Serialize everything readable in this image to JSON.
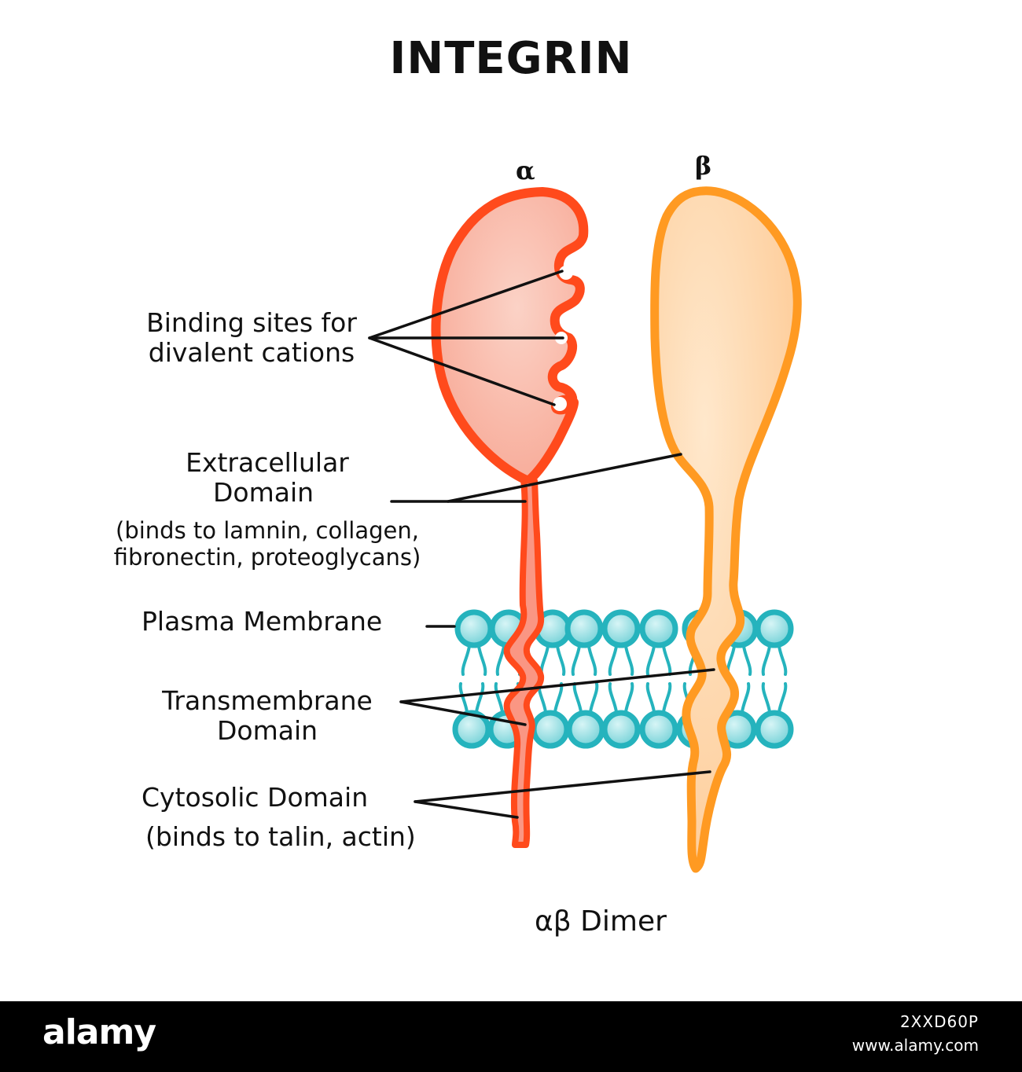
{
  "title": "INTEGRIN",
  "subunits": {
    "alpha": "α",
    "beta": "β"
  },
  "labels": {
    "binding_sites": [
      "Binding sites for",
      "divalent cations"
    ],
    "extracellular": [
      "Extracellular",
      "Domain"
    ],
    "extracellular_note": [
      "(binds to lamnin, collagen,",
      "fibronectin, proteoglycans)"
    ],
    "plasma_membrane": "Plasma Membrane",
    "transmembrane": [
      "Transmembrane",
      "Domain"
    ],
    "cytosolic": "Cytosolic Domain",
    "cytosolic_note": "(binds to talin, actin)",
    "dimer": "αβ Dimer"
  },
  "footer": {
    "brand": "alamy",
    "image_id": "2XXD60P",
    "url": "www.alamy.com"
  },
  "colors": {
    "alpha_stroke": "#ff4a1c",
    "alpha_fill": "#f9b0a0",
    "beta_stroke": "#ff9a22",
    "beta_fill": "#fdd0a0",
    "lipid_head": "#25b3bd",
    "lipid_head_fill": "#8fdde2",
    "background": "#ffffff",
    "footer_bg": "#000000"
  }
}
